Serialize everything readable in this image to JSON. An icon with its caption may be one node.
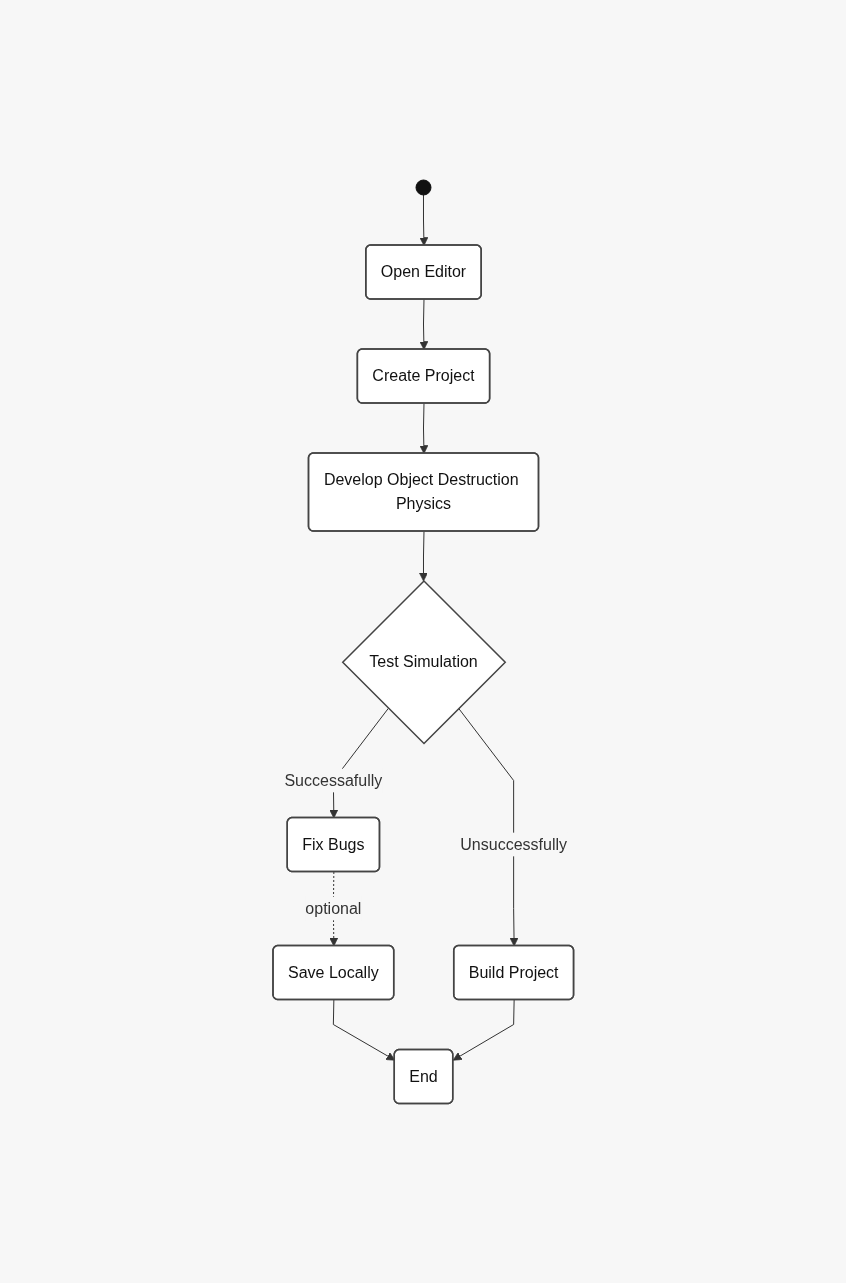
{
  "diagram": {
    "nodes": [
      {
        "text": [],
        "shape": "circle"
      },
      {
        "text": [
          "Open Editor"
        ]
      },
      {
        "text": [
          "Create Project"
        ]
      },
      {
        "text": [
          "Develop Object Destruction Physics"
        ]
      },
      {
        "text": [
          "Test Simulation"
        ]
      },
      {
        "text": [
          "Fix Bugs"
        ]
      },
      {
        "text": [
          "Build Project"
        ]
      },
      {
        "text": [
          "Save Locally"
        ]
      },
      {
        "text": [
          "End"
        ]
      }
    ],
    "edges": [
      {
        "from": 0,
        "to": 1,
        "arrow": "to"
      },
      {
        "from": 1,
        "to": 2,
        "arrow": "to"
      },
      {
        "from": 2,
        "to": 3,
        "arrow": "to"
      },
      {
        "from": 3,
        "to": 4,
        "arrow": "to"
      },
      {
        "from": 4,
        "to": 5,
        "arrow": "to",
        "label": "Successafully"
      },
      {
        "from": 4,
        "to": 6,
        "arrow": "to",
        "label": "Unsuccessfully"
      },
      {
        "from": 5,
        "to": 7,
        "arrow": "to",
        "label": "optional",
        "style": "dashed"
      },
      {
        "from": 7,
        "to": 8,
        "arrow": "to"
      },
      {
        "from": 6,
        "to": 8,
        "arrow": "to"
      }
    ]
  }
}
